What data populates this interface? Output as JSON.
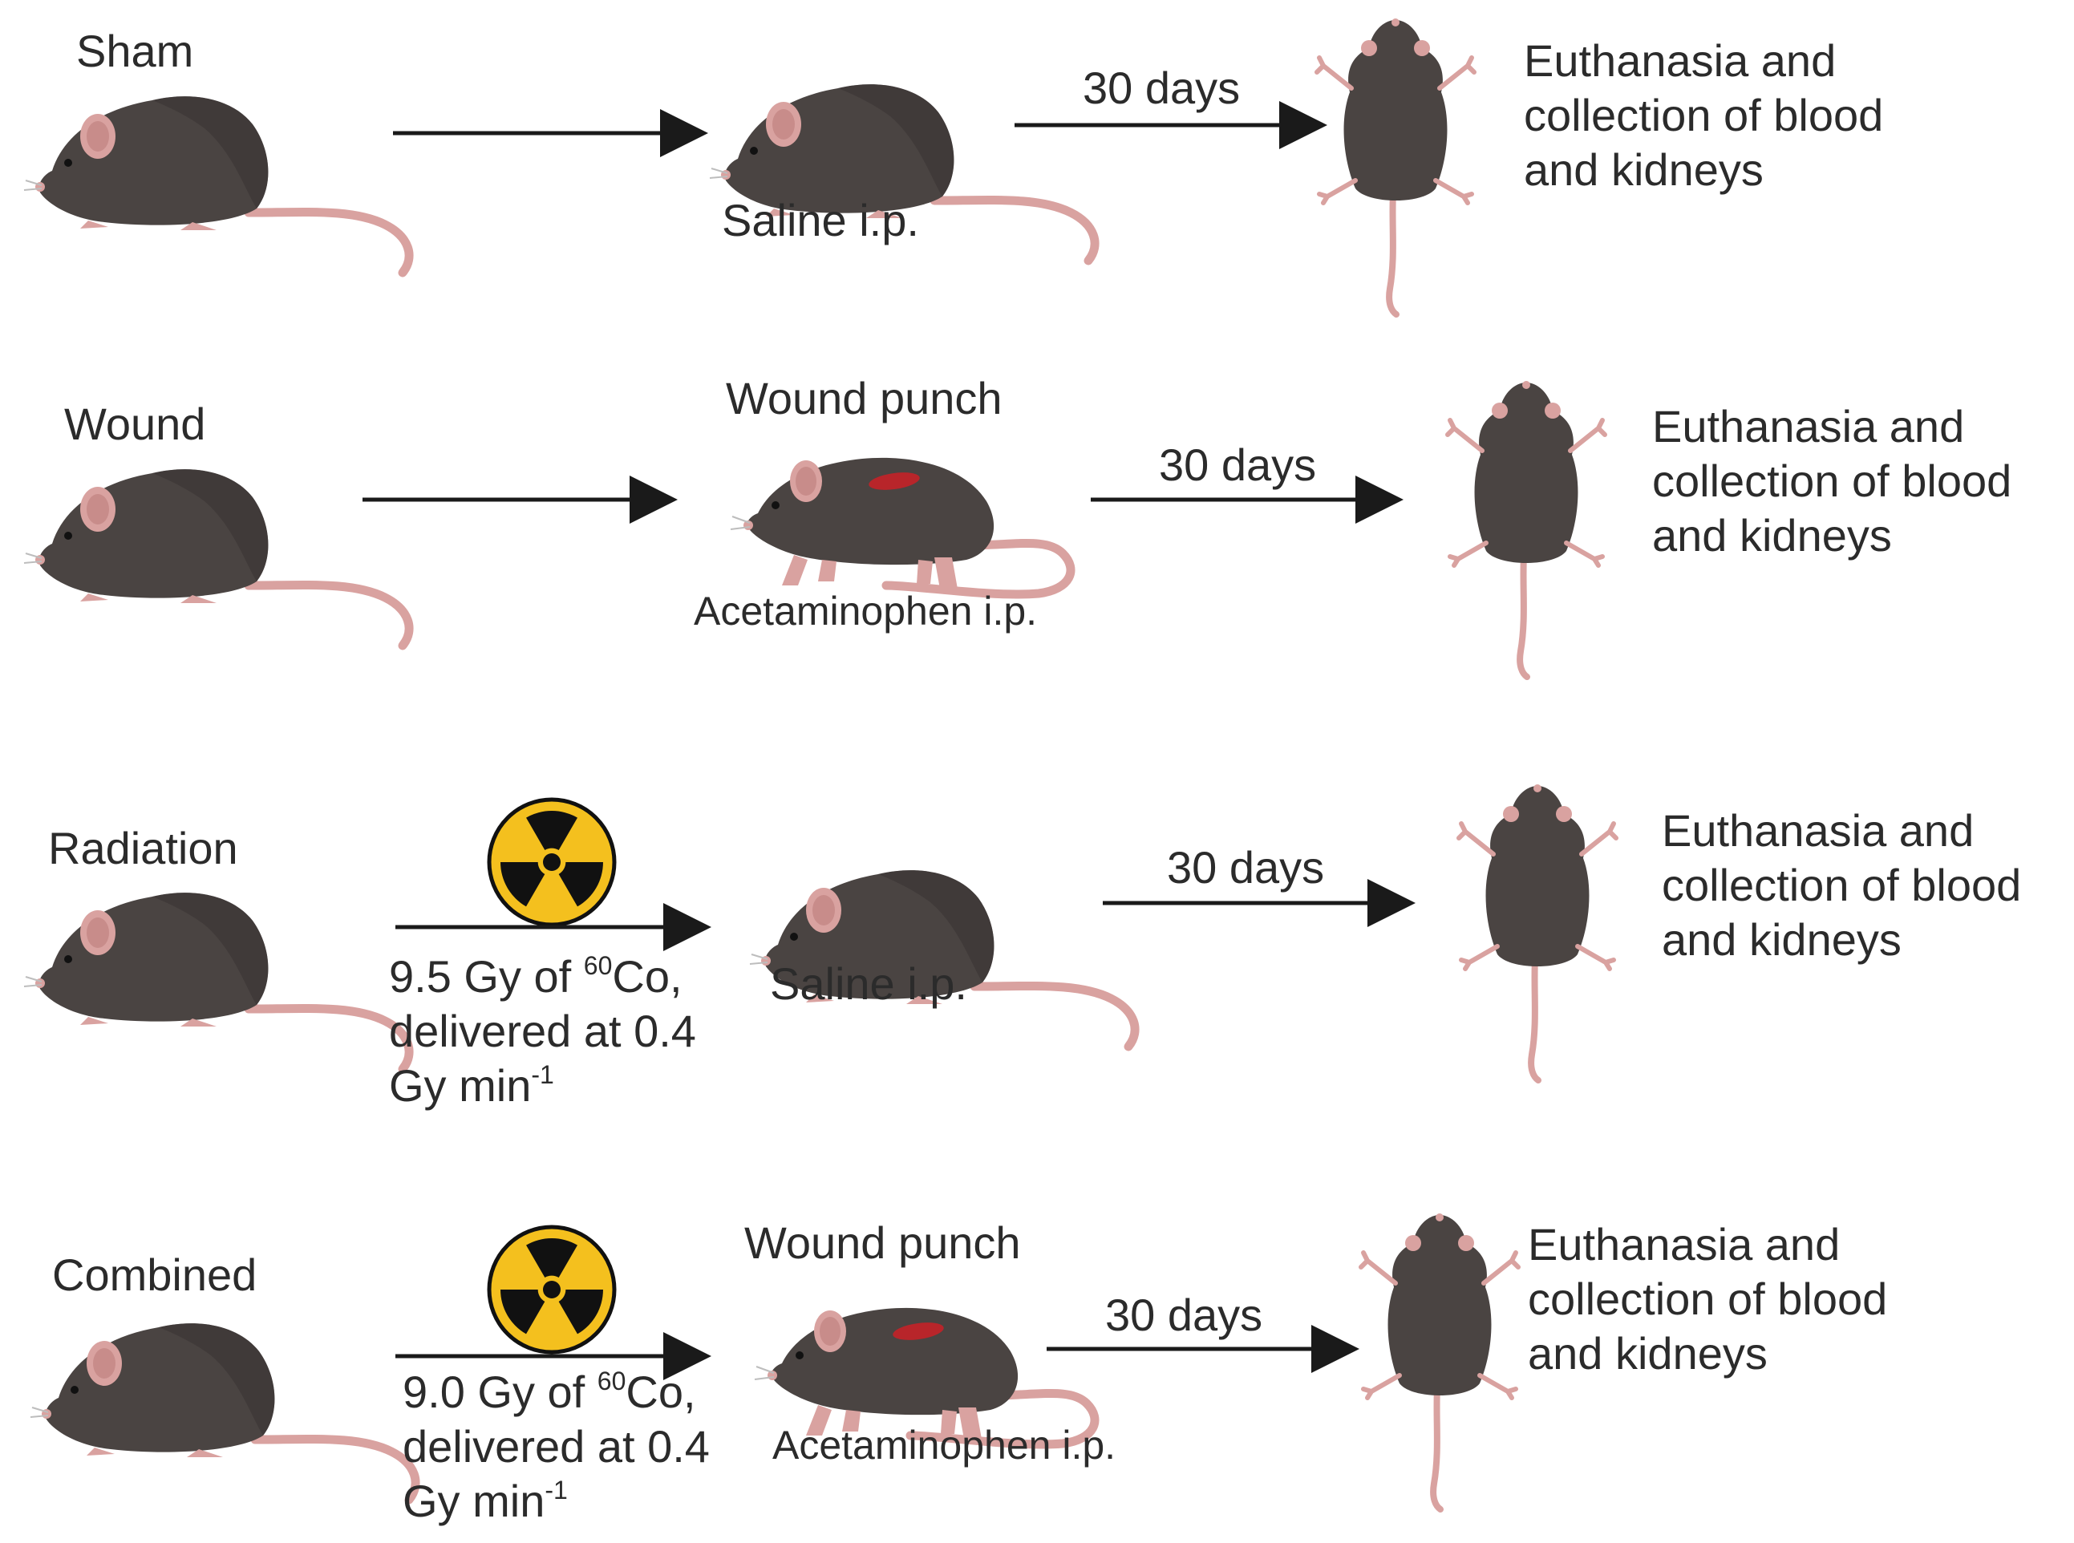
{
  "colors": {
    "mouse_body": "#4a4442",
    "mouse_dark": "#3a3433",
    "mouse_pink": "#d9a2a0",
    "wound": "#b8252a",
    "arrow": "#1a1a1a",
    "radiation_yellow": "#f4c01e",
    "radiation_black": "#111111"
  },
  "rows": [
    {
      "group": "Sham",
      "step_top": "",
      "step_bottom": "Saline i.p.",
      "interval": "30 days",
      "outcome": [
        "Euthanasia and",
        "collection of blood",
        "and kidneys"
      ],
      "wounded": false,
      "radiation": null
    },
    {
      "group": "Wound",
      "step_top": "Wound punch",
      "step_bottom": "Acetaminophen i.p.",
      "interval": "30 days",
      "outcome": [
        "Euthanasia and",
        "collection of blood",
        "and kidneys"
      ],
      "wounded": true,
      "radiation": null
    },
    {
      "group": "Radiation",
      "step_top": "",
      "step_bottom": "Saline i.p.",
      "interval": "30 days",
      "outcome": [
        "Euthanasia and",
        "collection of blood",
        "and kidneys"
      ],
      "wounded": false,
      "radiation": {
        "icon": "radiation-hazard-icon",
        "dose_value": "9.5 Gy of ",
        "isotope_mass": "60",
        "isotope_rest": "Co,",
        "line2": "delivered at 0.4",
        "rate_unit": "Gy min",
        "rate_exp": "-1"
      }
    },
    {
      "group": "Combined",
      "step_top": "Wound punch",
      "step_bottom": "Acetaminophen i.p.",
      "interval": "30 days",
      "outcome": [
        "Euthanasia and",
        "collection of blood",
        "and kidneys"
      ],
      "wounded": true,
      "radiation": {
        "icon": "radiation-hazard-icon",
        "dose_value": "9.0 Gy of ",
        "isotope_mass": "60",
        "isotope_rest": "Co,",
        "line2": "delivered at 0.4",
        "rate_unit": "Gy min",
        "rate_exp": "-1"
      }
    }
  ]
}
